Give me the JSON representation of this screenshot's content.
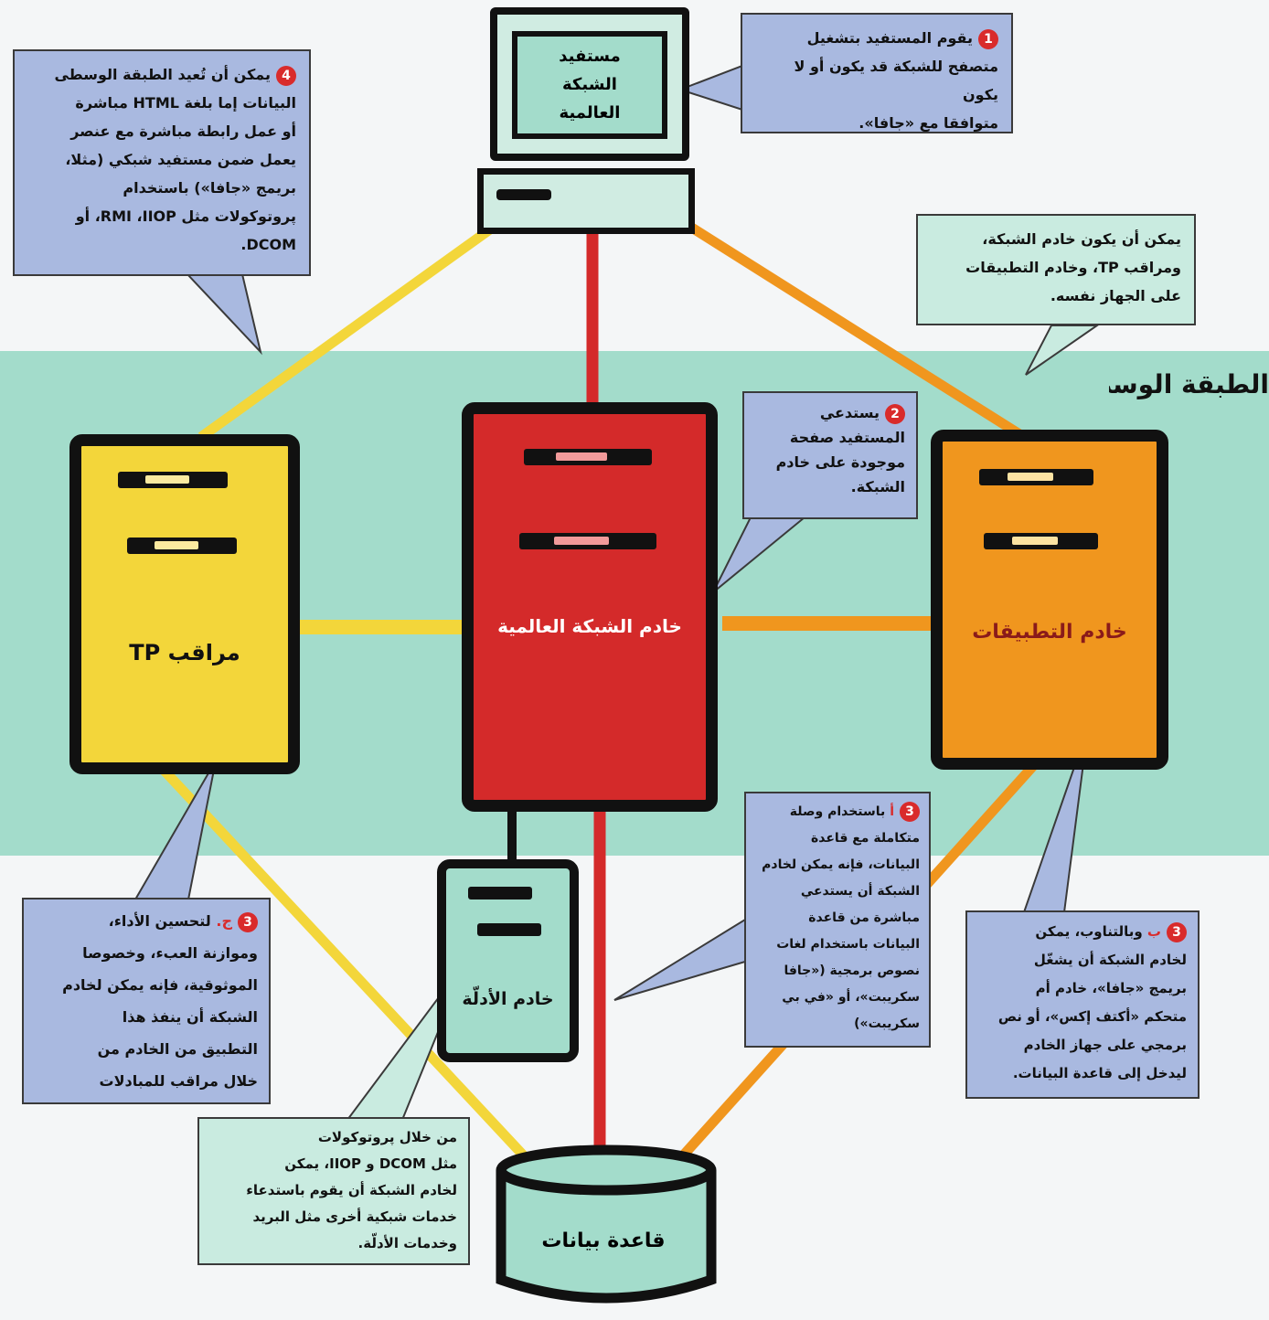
{
  "middle_tier_label": "الطبقة الوسطى",
  "nodes": {
    "client": {
      "label_lines": [
        "مستفيد",
        "الشبكة",
        "العالمية"
      ]
    },
    "web_server": {
      "label": "خادم الشبكة العالمية"
    },
    "app_server": {
      "label": "خادم التطبيقات"
    },
    "tp_monitor": {
      "label": "مراقب TP"
    },
    "directory_server": {
      "label": "خادم الأدلّة"
    },
    "database": {
      "label": "قاعدة بيانات"
    }
  },
  "callouts": {
    "c1": {
      "num": "1",
      "lines": [
        "يقوم المستفيد بتشغيل",
        "متصفح للشبكة قد يكون أو لا يكون",
        "متوافقا مع «جافا»."
      ]
    },
    "c2": {
      "num": "2",
      "lines": [
        "يستدعي",
        "المستفيد صفحة",
        "موجودة على خادم",
        "الشبكة."
      ]
    },
    "c3a": {
      "num": "3",
      "prefix": "أ",
      "lines": [
        "باستخدام وصلة",
        "متكاملة مع قاعدة",
        "البيانات، فإنه يمكن لخادم",
        "الشبكة أن يستدعي",
        "مباشرة من قاعدة",
        "البيانات باستخدام لغات",
        "نصوص برمجية («جافا",
        "سكريبت»، أو «في بي",
        "سكريبت»)"
      ]
    },
    "c3b": {
      "num": "3",
      "prefix": "ب",
      "lines": [
        "وبالتناوب، يمكن",
        "لخادم الشبكة أن يشغّل",
        "بريمج «جافا»، خادم أم",
        "متحكم «أكتف إكس»، أو نص",
        "برمجي على جهاز الخادم",
        "ليدخل إلى قاعدة البيانات."
      ]
    },
    "c3c": {
      "num": "3",
      "prefix": "ج.",
      "lines": [
        "لتحسين الأداء،",
        "وموازنة العبء، وخصوصا",
        "الموثوقية، فإنه يمكن لخادم",
        "الشبكة أن ينفذ هذا",
        "التطبيق من الخادم من",
        "خلال مراقب للمبادلات"
      ]
    },
    "c4": {
      "num": "4",
      "lines": [
        "يمكن أن تُعيد الطبقة الوسطى",
        "البيانات إما بلغة HTML مباشرة",
        "أو عمل رابطة مباشرة مع عنصر",
        "يعمل ضمن مستفيد شبكي (مثلا،",
        "بريمج «جافا») باستخدام",
        "پروتوكولات مثل RMI ،IIOP، أو",
        "DCOM."
      ]
    },
    "same_machine": {
      "lines": [
        "يمكن أن يكون خادم الشبكة،",
        "ومراقب TP، وخادم التطبيقات",
        "على الجهاز نفسه."
      ]
    },
    "protocols": {
      "lines": [
        "من خلال پروتوكولات",
        "مثل DCOM و IIOP، يمكن",
        "لخادم الشبكة أن يقوم باستدعاء",
        "خدمات شبكية أخرى مثل البريد",
        "وخدمات الأدلّة."
      ]
    }
  },
  "colors": {
    "web_server": "#d42a2a",
    "app_server": "#f0961e",
    "tp_monitor": "#f3d63a",
    "directory_server": "#a3dccb",
    "database": "#a3dccb",
    "callout_blue": "#a9b9e0",
    "callout_mint": "#c9ebe0",
    "middle_band": "#a3dccb"
  }
}
